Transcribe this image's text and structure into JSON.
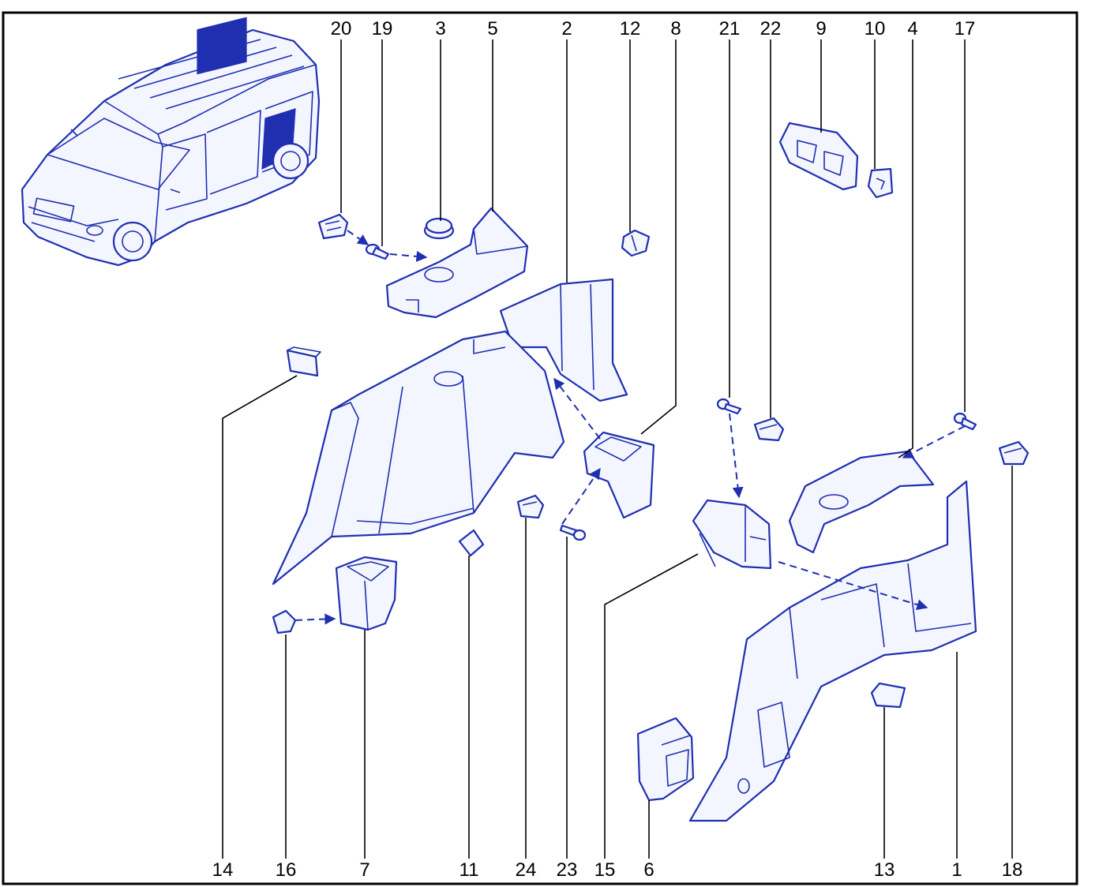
{
  "diagram": {
    "accent_color": "#1f2fb0",
    "top_callouts": [
      "20",
      "19",
      "3",
      "5",
      "2",
      "12",
      "8",
      "21",
      "22",
      "9",
      "10",
      "4",
      "17"
    ],
    "bottom_callouts": [
      "14",
      "16",
      "7",
      "11",
      "24",
      "23",
      "15",
      "6",
      "13",
      "1",
      "18"
    ]
  }
}
